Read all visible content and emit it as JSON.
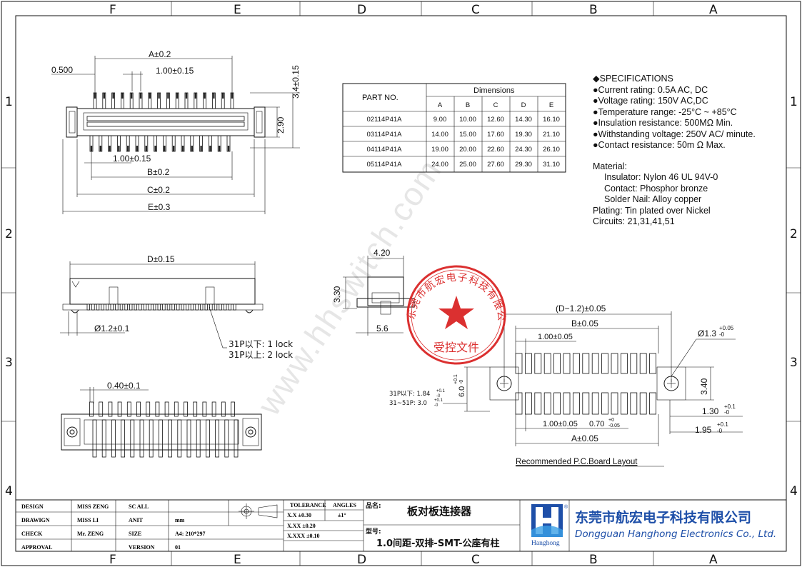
{
  "border": {
    "columns": [
      "F",
      "E",
      "D",
      "C",
      "B",
      "A"
    ],
    "rows": [
      "1",
      "2",
      "3",
      "4"
    ]
  },
  "top_view": {
    "pitch_label": "0.500",
    "dim_a": "A±0.2",
    "dim_pitch_top": "1.00±0.15",
    "dim_height": "3.4±0.15",
    "dim_width_side": "2.90",
    "dim_pitch_bottom": "1.00±0.15",
    "dim_b": "B±0.2",
    "dim_c": "C±0.2",
    "dim_e": "E±0.3"
  },
  "side_view": {
    "dim_d": "D±0.15",
    "dim_peg": "Ø1.2±0.1",
    "lock_note_1": "31P以下: 1  lock",
    "lock_note_2": "31P以上: 2  lock"
  },
  "end_view": {
    "dim_width": "4.20",
    "dim_height": "3.30",
    "dim_offset": "5.6"
  },
  "bottom_view": {
    "dim_pin_width": "0.40±0.1"
  },
  "dim_table": {
    "part_header": "PART NO.",
    "dims_header": "Dimensions",
    "columns": [
      "A",
      "B",
      "C",
      "D",
      "E"
    ],
    "rows": [
      {
        "part": "02114P41A",
        "values": [
          "9.00",
          "10.00",
          "12.60",
          "14.30",
          "16.10"
        ]
      },
      {
        "part": "03114P41A",
        "values": [
          "14.00",
          "15.00",
          "17.60",
          "19.30",
          "21.10"
        ]
      },
      {
        "part": "04114P41A",
        "values": [
          "19.00",
          "20.00",
          "22.60",
          "24.30",
          "26.10"
        ]
      },
      {
        "part": "05114P41A",
        "values": [
          "24.00",
          "25.00",
          "27.60",
          "29.30",
          "31.10"
        ]
      }
    ]
  },
  "specs": {
    "title": "◆SPECIFICATIONS",
    "lines": [
      "●Current rating: 0.5A AC, DC",
      "●Voltage rating: 150V AC,DC",
      "●Temperature range: -25°C ~ +85°C",
      "●Insulation resistance: 500MΩ Min.",
      "●Withstanding voltage: 250V AC/ minute.",
      "●Contact resistance: 50m Ω  Max."
    ],
    "material_title": "Material:",
    "material_lines": [
      "Insulator: Nylon 46 UL 94V-0",
      "Contact: Phosphor bronze",
      "Solder Nail: Alloy copper"
    ],
    "plating": "Plating: Tin plated over Nickel",
    "circuits": "Circuits: 21,31,41,51"
  },
  "pcb": {
    "dim_d": "(D−1.2)±0.05",
    "dim_b": "B±0.05",
    "dim_pitch_top": "1.00±0.05",
    "dim_hole": "Ø1.3",
    "dim_hole_tol_top": "+0.05",
    "dim_hole_tol_bot": "-0",
    "dim_row": "3.40",
    "dim_1_30": "1.30",
    "dim_1_95": "1.95",
    "tol_plus_01": "+0.1",
    "tol_minus_0": "-0",
    "dim_6_0": "6.0",
    "note_a": "31P以下: 1.84",
    "note_b": "31~51P: 3.0",
    "dim_pitch_bottom": "1.00±0.05",
    "dim_pad": "0.70",
    "dim_pad_tol_top": "+0",
    "dim_pad_tol_bot": "-0.05",
    "dim_a": "A±0.05",
    "layout_label": "Recommended  P.C.Board  Layout"
  },
  "stamp": {
    "ring_text": "东莞市航宏电子科技有限公司",
    "center_text": "受控文件"
  },
  "watermark": "www.hhswitch.com",
  "title_block": {
    "rows": [
      {
        "label": "DESIGN",
        "name": "MISS ZENG",
        "key": "SC ALL",
        "value": ""
      },
      {
        "label": "DRAWIGN",
        "name": "MISS LI",
        "key": "ANIT",
        "value": "mm"
      },
      {
        "label": "CHECK",
        "name": "Mr. ZENG",
        "key": "SIZE",
        "value": "A4: 210*297"
      },
      {
        "label": "APPROVAL",
        "name": "",
        "key": "VERSION",
        "value": "01"
      }
    ],
    "tolerance_header": "TOLERANCE",
    "angles_header": "ANGLES",
    "tolerances": [
      "X.X   ±0.30",
      "X.XX   ±0.20",
      "X.XXX  ±0.10"
    ],
    "angle_value": "±1°",
    "product_name_label": "品名:",
    "product_name": "板对板连接器",
    "model_label": "型号:",
    "model": "1.0间距-双排-SMT-公座有柱",
    "company_cn": "东莞市航宏电子科技有限公司",
    "company_en": "Dongguan Hanghong Electronics Co., Ltd.",
    "logo_text": "Hanghong",
    "logo_mark": "®"
  },
  "colors": {
    "stamp_red": "#d91f1f",
    "logo_blue": "#1e4fa8",
    "line": "#111111"
  }
}
